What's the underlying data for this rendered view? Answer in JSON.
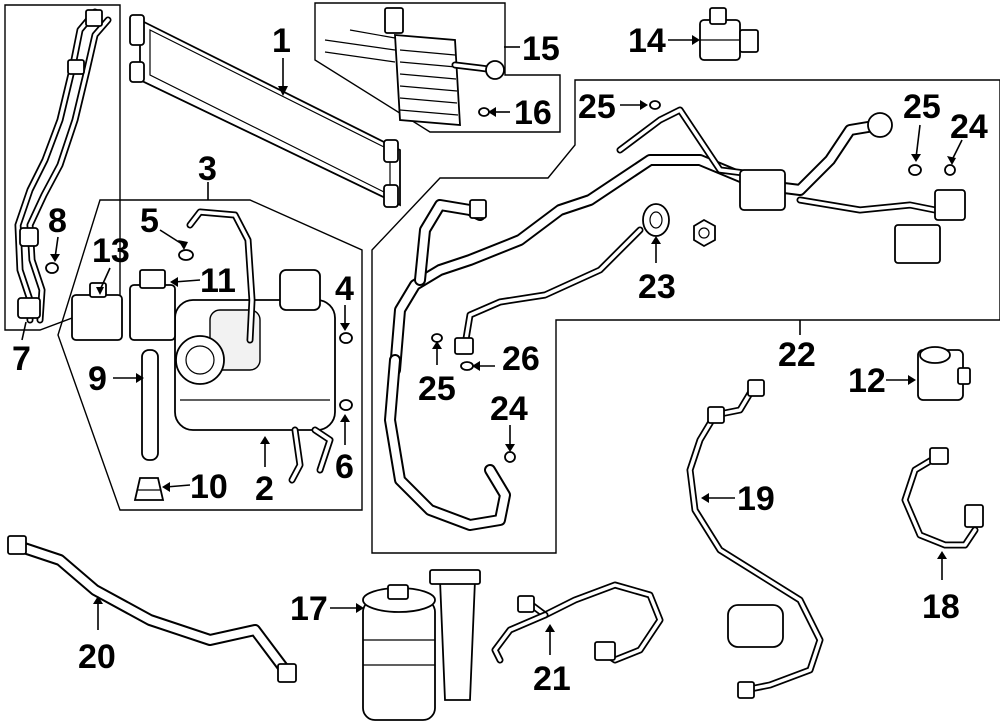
{
  "callouts": [
    {
      "id": "1",
      "label": "1"
    },
    {
      "id": "2",
      "label": "2"
    },
    {
      "id": "3",
      "label": "3"
    },
    {
      "id": "4",
      "label": "4"
    },
    {
      "id": "5",
      "label": "5"
    },
    {
      "id": "6",
      "label": "6"
    },
    {
      "id": "7",
      "label": "7"
    },
    {
      "id": "8",
      "label": "8"
    },
    {
      "id": "9",
      "label": "9"
    },
    {
      "id": "10",
      "label": "10"
    },
    {
      "id": "11",
      "label": "11"
    },
    {
      "id": "12",
      "label": "12"
    },
    {
      "id": "13",
      "label": "13"
    },
    {
      "id": "14",
      "label": "14"
    },
    {
      "id": "15",
      "label": "15"
    },
    {
      "id": "16",
      "label": "16"
    },
    {
      "id": "17",
      "label": "17"
    },
    {
      "id": "18",
      "label": "18"
    },
    {
      "id": "19",
      "label": "19"
    },
    {
      "id": "20",
      "label": "20"
    },
    {
      "id": "21",
      "label": "21"
    },
    {
      "id": "22",
      "label": "22"
    },
    {
      "id": "23",
      "label": "23"
    },
    {
      "id": "24a",
      "label": "24"
    },
    {
      "id": "24b",
      "label": "24"
    },
    {
      "id": "25a",
      "label": "25"
    },
    {
      "id": "25b",
      "label": "25"
    },
    {
      "id": "25c",
      "label": "25"
    },
    {
      "id": "26",
      "label": "26"
    }
  ],
  "colors": {
    "line": "#000000",
    "background": "#ffffff"
  }
}
